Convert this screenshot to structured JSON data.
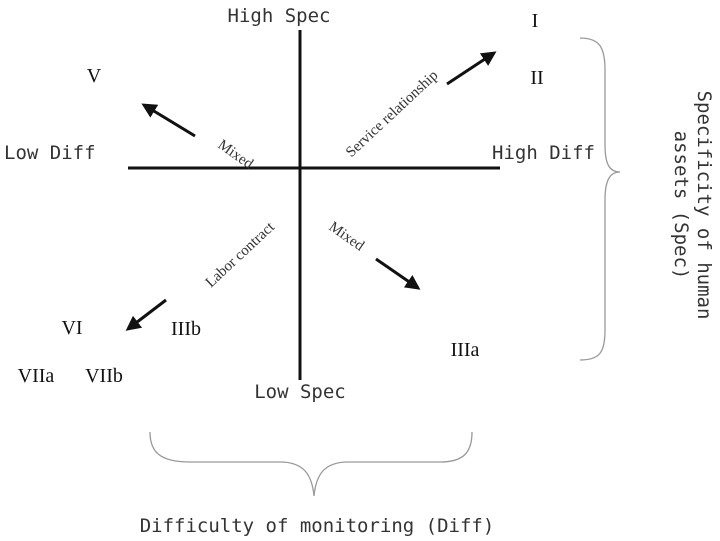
{
  "axes": {
    "top": "High Spec",
    "bottom": "Low Spec",
    "left": "Low Diff",
    "right": "High Diff"
  },
  "classes": {
    "i": "I",
    "ii": "II",
    "v": "V",
    "iiia": "IIIa",
    "iiib": "IIIb",
    "vi": "VI",
    "viia": "VIIa",
    "viib": "VIIb"
  },
  "relationships": {
    "service": "Service relationship",
    "mixed_upper_left": "Mixed",
    "mixed_lower_right": "Mixed",
    "labor": "Labor contract"
  },
  "dimensions": {
    "spec_line1": "Specificity of human",
    "spec_line2": "assets (Spec)",
    "diff": "Difficulty of monitoring (Diff)"
  },
  "colors": {
    "axis": "#111111",
    "brace": "#999999",
    "text": "#333333"
  }
}
